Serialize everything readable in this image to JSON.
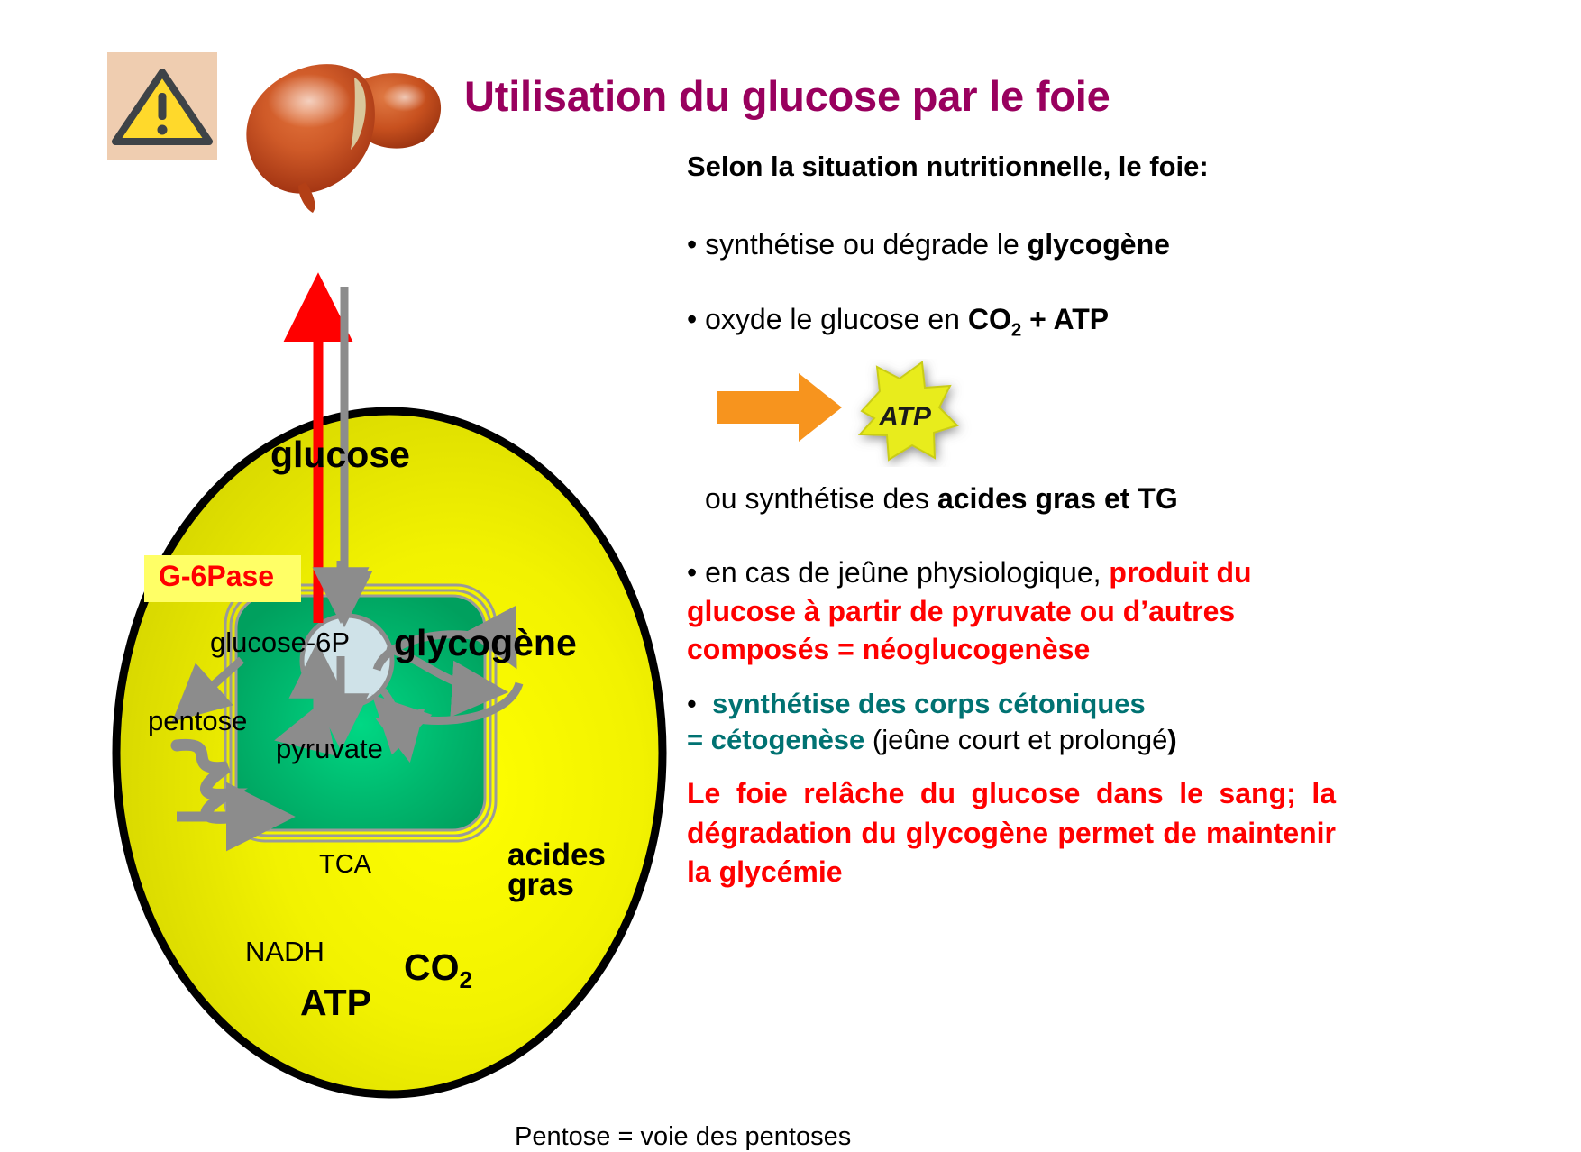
{
  "colors": {
    "title": "#99005e",
    "red": "#ff0000",
    "teal": "#007272",
    "cell_fill": "#e8e800",
    "cell_fill_bright": "#ffff00",
    "mito_fill": "#00b36b",
    "highlight_box": "#ffff66",
    "warning_bg": "#efcdb0",
    "warning_triangle": "#ffd92b",
    "arrow_gray": "#8c8c8c",
    "arrow_orange": "#f7941e",
    "atp_star": "#e8ec1c",
    "tca_circle": "#cfe2e8"
  },
  "header": {
    "title": "Utilisation du glucose par le foie",
    "warning_icon": "warning-triangle-icon",
    "liver_icon": "liver-organ-illustration"
  },
  "diagram": {
    "labels": {
      "glucose": "glucose",
      "g6pase": "G-6Pase",
      "glucose6p": "glucose-6P",
      "glycogene": "glycogène",
      "pentose": "pentose",
      "pyruvate": "pyruvate",
      "tca": "TCA",
      "nadh": "NADH",
      "atp": "ATP",
      "co2_main": "CO",
      "co2_sub": "2",
      "acides_line1": "acides",
      "acides_line2": "gras"
    },
    "caption": "Pentose = voie des pentoses"
  },
  "right": {
    "intro": "Selon la situation nutritionnelle, le foie:",
    "bullet1": {
      "marker": "•",
      "text_plain": "synthétise ou dégrade le ",
      "text_bold": "glycogène"
    },
    "bullet2": {
      "marker": "•",
      "text_plain": "oxyde le glucose en ",
      "text_bold_a": "CO",
      "text_bold_sub": "2",
      "text_bold_b": " + ATP"
    },
    "atp_burst": {
      "arrow": "orange-arrow-icon",
      "star_label": "ATP"
    },
    "bullet3": {
      "text_plain": "ou synthétise des ",
      "text_bold": "acides gras et TG"
    },
    "bullet4": {
      "marker": "•",
      "text_plain": "en cas de jeûne physiologique, ",
      "text_red": "produit du glucose à partir de pyruvate  ou d’autres composés = néoglucogenèse"
    },
    "bullet5": {
      "marker": "•",
      "text_teal_a": "synthétise des corps cétoniques",
      "text_teal_b": "= cétogenèse",
      "text_plain": " (jeûne court et prolongé",
      "text_close": ")"
    },
    "closing_red": "Le foie relâche du glucose dans le sang; la dégradation du glycogène permet de maintenir la glycémie"
  }
}
